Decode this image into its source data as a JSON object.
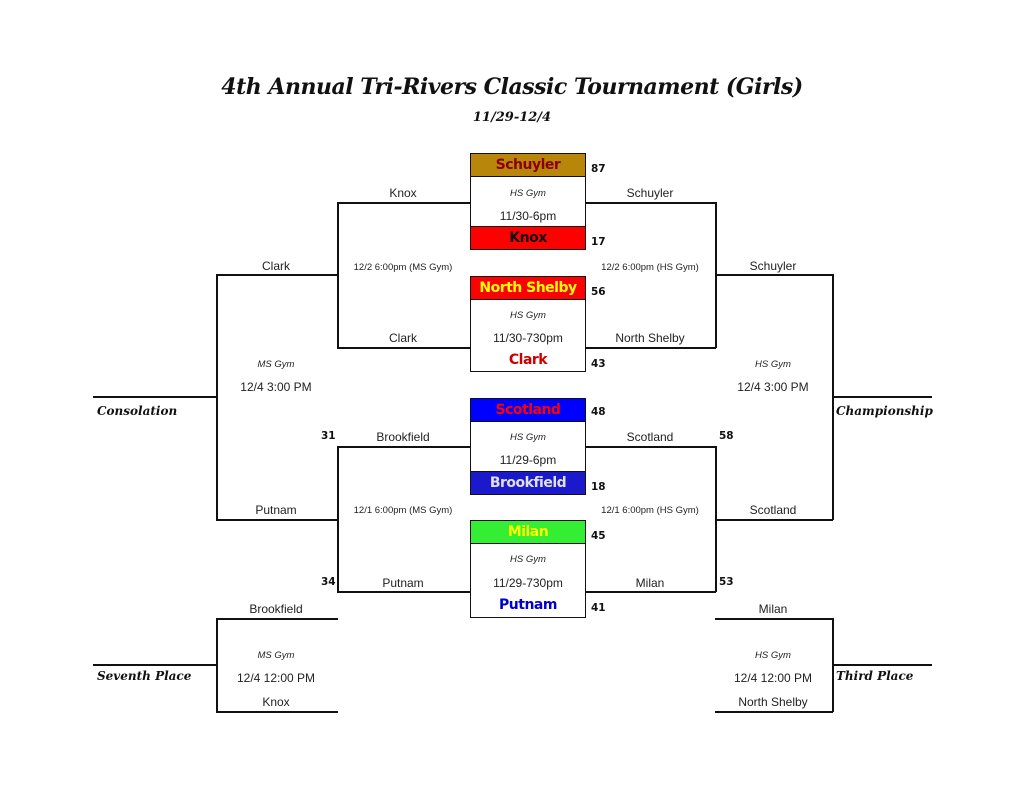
{
  "title": "4th Annual Tri-Rivers Classic Tournament (Girls)",
  "dates": "11/29-12/4",
  "colors": {
    "schuyler_bg": "#b8860b",
    "schuyler_fg": "#8b0000",
    "knox_bg": "#ff0000",
    "knox_fg": "#111111",
    "north_shelby_bg": "#ff0000",
    "north_shelby_fg": "#ffff00",
    "clark_fg": "#cc0000",
    "scotland_bg": "#0000ff",
    "scotland_fg": "#ff0000",
    "brookfield_bg": "#1a1acc",
    "brookfield_fg": "#e0e0e0",
    "milan_bg": "#33ee33",
    "milan_fg": "#ffff00",
    "putnam_fg": "#0000cc"
  },
  "first_round": [
    {
      "top_team": "Schuyler",
      "top_score": "87",
      "gym": "HS Gym",
      "time": "11/30-6pm",
      "bottom_team": "Knox",
      "bottom_score": "17",
      "winner_label": "Schuyler",
      "loser_label": "Knox"
    },
    {
      "top_team": "North Shelby",
      "top_score": "56",
      "gym": "HS Gym",
      "time": "11/30-730pm",
      "bottom_team": "Clark",
      "bottom_score": "43",
      "winner_label": "North Shelby",
      "loser_label": "Clark"
    },
    {
      "top_team": "Scotland",
      "top_score": "48",
      "gym": "HS Gym",
      "time": "11/29-6pm",
      "bottom_team": "Brookfield",
      "bottom_score": "18",
      "winner_label": "Scotland",
      "loser_label": "Brookfield"
    },
    {
      "top_team": "Milan",
      "top_score": "45",
      "gym": "HS Gym",
      "time": "11/29-730pm",
      "bottom_team": "Putnam",
      "bottom_score": "41",
      "winner_label": "Milan",
      "loser_label": "Putnam"
    }
  ],
  "semis": {
    "winners_top_info": "12/2 6:00pm (HS Gym)",
    "losers_top_info": "12/2 6:00pm (MS Gym)",
    "winners_bottom_info": "12/1 6:00pm (HS Gym)",
    "losers_bottom_info": "12/1 6:00pm (MS Gym)",
    "losers_bottom_brookfield_score": "31",
    "losers_bottom_putnam_score": "34",
    "winners_bottom_scotland_score": "58",
    "winners_bottom_milan_score": "53"
  },
  "finals": {
    "consolation": {
      "label": "Consolation",
      "top": "Clark",
      "bottom": "Putnam",
      "gym": "MS Gym",
      "time": "12/4 3:00 PM"
    },
    "championship": {
      "label": "Championship",
      "top": "Schuyler",
      "bottom": "Scotland",
      "gym": "HS Gym",
      "time": "12/4 3:00 PM"
    },
    "seventh": {
      "label": "Seventh Place",
      "top": "Brookfield",
      "bottom": "Knox",
      "gym": "MS Gym",
      "time": "12/4 12:00 PM"
    },
    "third": {
      "label": "Third Place",
      "top": "Milan",
      "bottom": "North Shelby",
      "gym": "HS Gym",
      "time": "12/4 12:00 PM"
    }
  }
}
